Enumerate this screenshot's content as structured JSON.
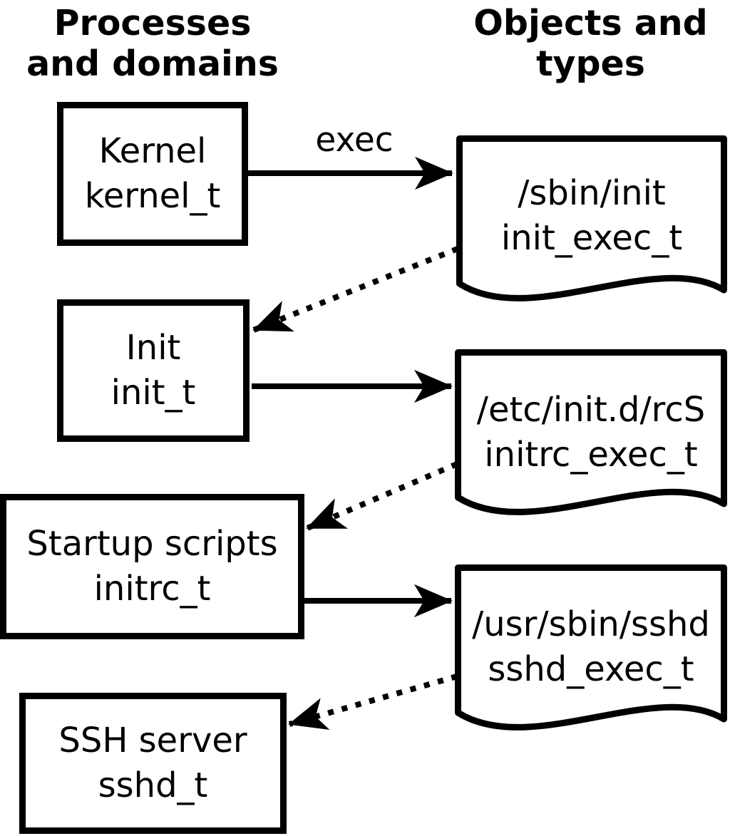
{
  "headers": {
    "left": {
      "line1": "Processes",
      "line2": "and domains"
    },
    "right": {
      "line1": "Objects and",
      "line2": "types"
    }
  },
  "processes": [
    {
      "name": "Kernel",
      "domain": "kernel_t"
    },
    {
      "name": "Init",
      "domain": "init_t"
    },
    {
      "name": "Startup scripts",
      "domain": "initrc_t"
    },
    {
      "name": "SSH server",
      "domain": "sshd_t"
    }
  ],
  "objects": [
    {
      "path": "/sbin/init",
      "type": "init_exec_t"
    },
    {
      "path": "/etc/init.d/rcS",
      "type": "initrc_exec_t"
    },
    {
      "path": "/usr/sbin/sshd",
      "type": "sshd_exec_t"
    }
  ],
  "arrows": {
    "exec_label": "exec"
  },
  "colors": {
    "stroke": "#000000",
    "fill": "#ffffff"
  }
}
